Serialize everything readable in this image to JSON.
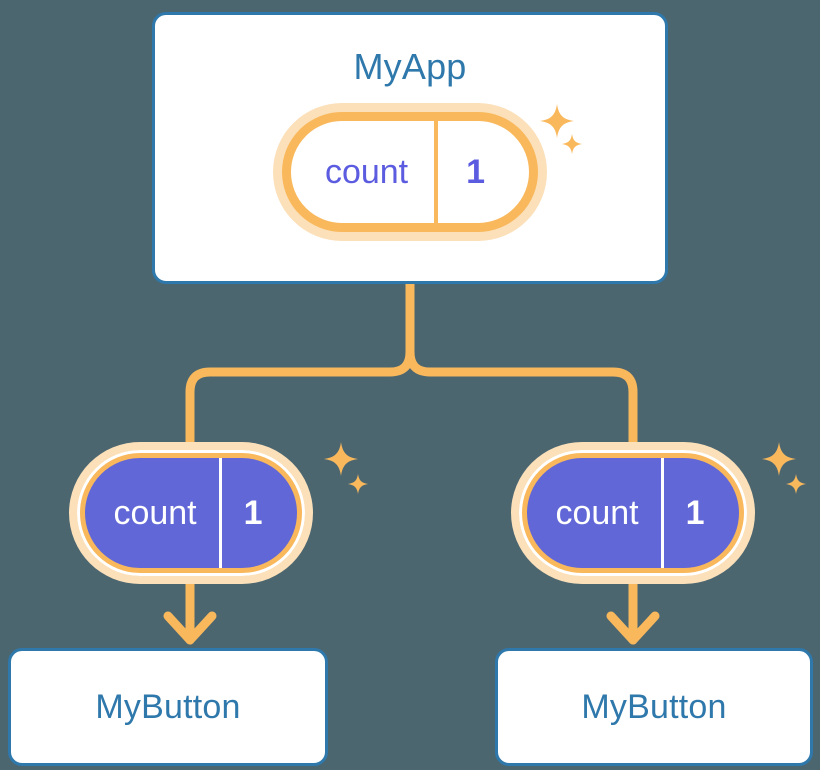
{
  "diagram": {
    "title": "react-state-lifting-tree",
    "background_color": "#4c6670",
    "accent_orange": "#f9b85c",
    "accent_orange_pale": "#fbe0b9",
    "accent_blue": "#2e78ab",
    "accent_indigo": "#6167d6"
  },
  "nodes": {
    "root": {
      "label": "MyApp",
      "state": {
        "key": "count",
        "value": "1"
      }
    },
    "children": [
      {
        "label": "MyButton",
        "state": {
          "key": "count",
          "value": "1"
        }
      },
      {
        "label": "MyButton",
        "state": {
          "key": "count",
          "value": "1"
        }
      }
    ]
  },
  "icons": {
    "sparkle_large": "sparkle-icon",
    "sparkle_small": "sparkle-small-icon",
    "branch": "branch-connector-icon",
    "arrow_down": "arrow-down-icon"
  }
}
